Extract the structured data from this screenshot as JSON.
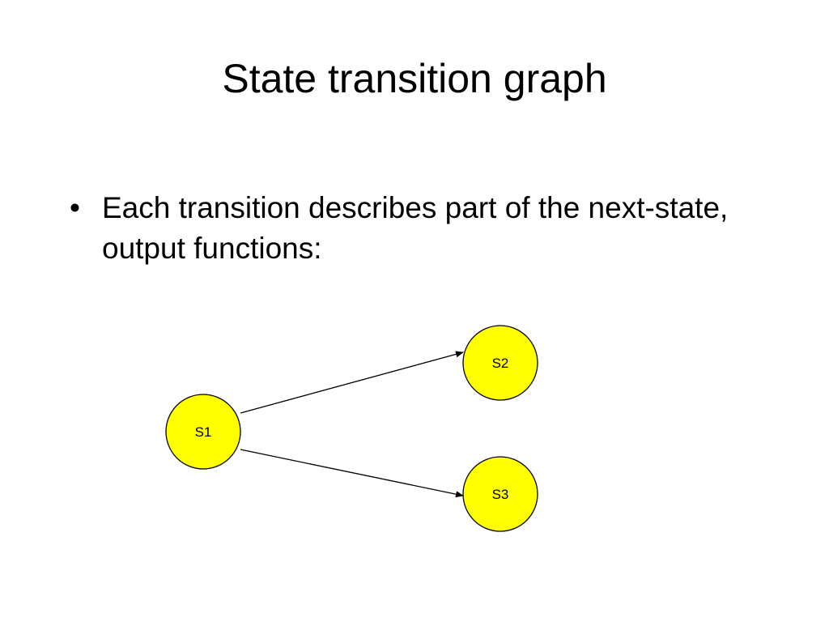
{
  "slide": {
    "title": "State transition graph",
    "bullets": [
      "Each transition describes part of the next-state, output functions:"
    ]
  },
  "diagram": {
    "node_fill": "#ffff00",
    "node_stroke": "#000000",
    "nodes": [
      {
        "id": "s1",
        "label": "S1"
      },
      {
        "id": "s2",
        "label": "S2"
      },
      {
        "id": "s3",
        "label": "S3"
      }
    ],
    "edges": [
      {
        "from": "S1",
        "to": "S2"
      },
      {
        "from": "S1",
        "to": "S3"
      }
    ]
  }
}
